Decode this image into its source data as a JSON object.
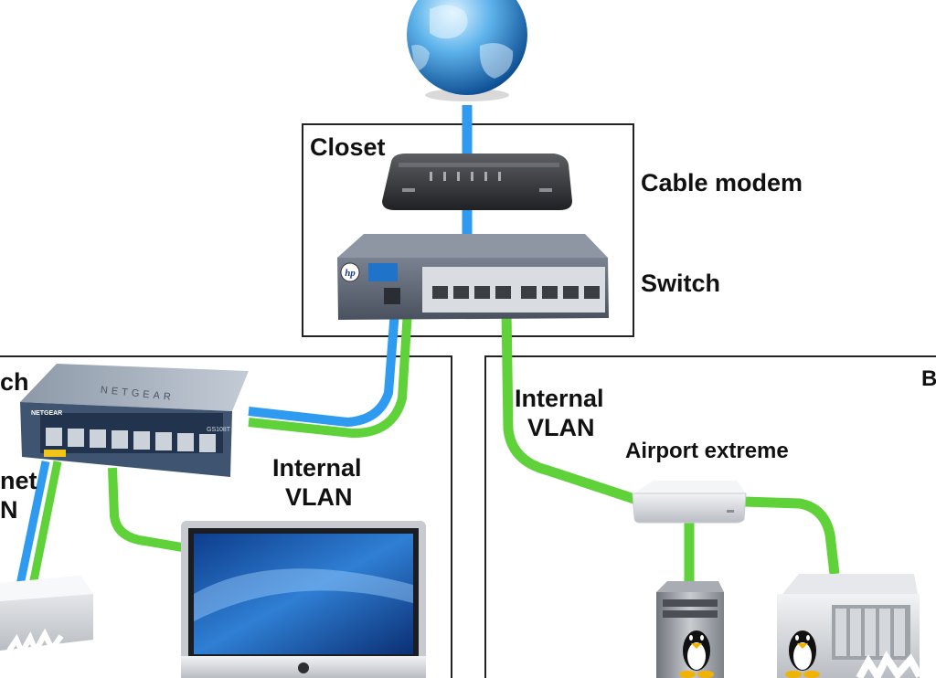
{
  "labels": {
    "closet": "Closet",
    "cable_modem": "Cable modem",
    "switch": "Switch",
    "left_switch_fragment": "ch",
    "left_vlan_line1": "net",
    "left_vlan_line2": "N",
    "internal_vlan_line1": "Internal",
    "internal_vlan_line2": "VLAN",
    "right_vlan_line1": "Internal",
    "right_vlan_line2": "VLAN",
    "airport_extreme": "Airport extreme",
    "right_box_fragment": "B"
  },
  "device_text": {
    "hp_logo": "hp",
    "netgear_brand": "NETGEAR",
    "netgear_brand_short": "NETGEAR",
    "netgear_model": "GS108T"
  },
  "colors": {
    "cable_blue": "#2f9bf0",
    "cable_green": "#5fd23a",
    "box_border": "#222222"
  },
  "icons": {
    "internet": "globe-icon",
    "modem": "cable-modem-icon",
    "switch": "hp-switch-icon",
    "left_switch": "netgear-switch-icon",
    "mac_mini": "mac-mini-icon",
    "imac": "imac-icon",
    "airport": "airport-extreme-icon",
    "tower": "linux-tower-server-icon",
    "rack": "linux-rack-server-icon"
  }
}
